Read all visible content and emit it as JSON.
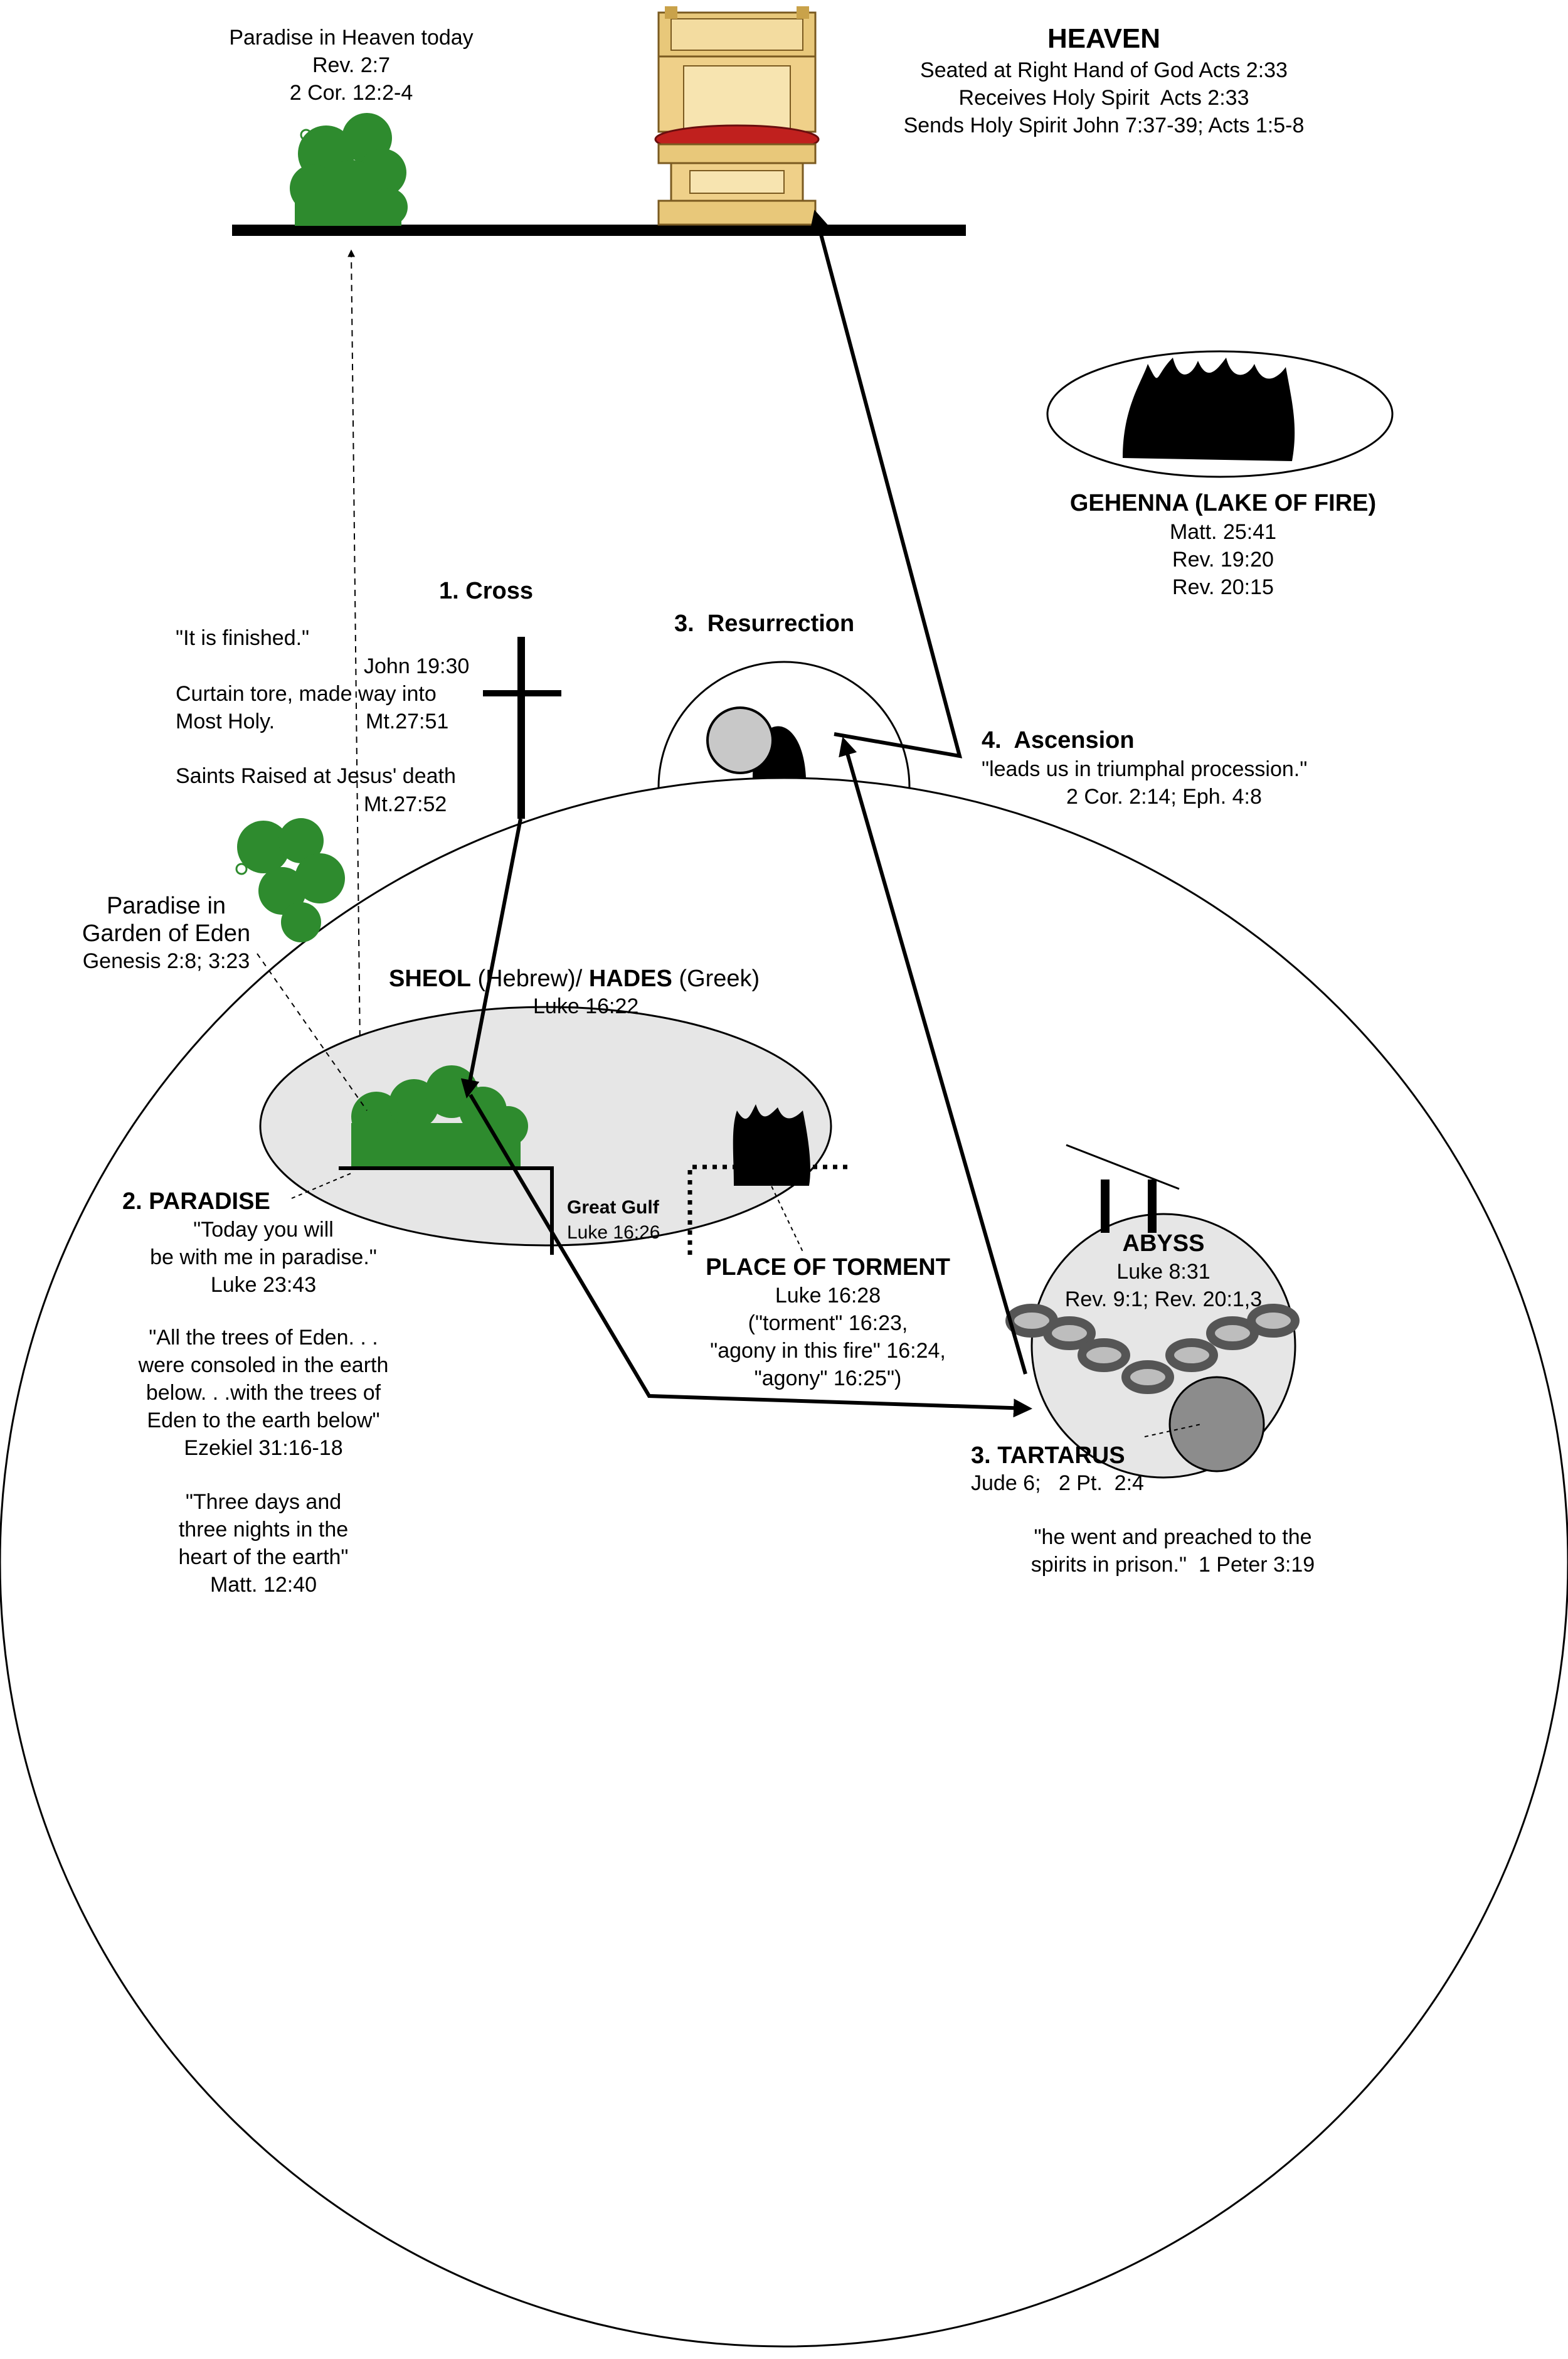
{
  "heaven": {
    "title": "HEAVEN",
    "lines": [
      "Seated at Right Hand of God Acts 2:33",
      "Receives Holy Spirit  Acts 2:33",
      "Sends Holy Spirit John 7:37-39; Acts 1:5-8"
    ]
  },
  "paradise_heaven": {
    "title": "Paradise in Heaven today",
    "lines": [
      "Rev. 2:7",
      "2 Cor. 12:2-4"
    ]
  },
  "gehenna": {
    "title": "GEHENNA (LAKE OF FIRE)",
    "lines": [
      "Matt. 25:41",
      "Rev. 19:20",
      "Rev. 20:15"
    ]
  },
  "cross": {
    "title": "1. Cross"
  },
  "resurrection": {
    "title": "3.  Resurrection"
  },
  "ascension": {
    "title": "4.  Ascension",
    "lines": [
      "\"leads us in triumphal procession.\"",
      "2 Cor. 2:14; Eph. 4:8"
    ]
  },
  "cross_notes": {
    "finished": "\"It is finished.\"",
    "finished_ref": "John 19:30",
    "curtain_1": "Curtain tore, made way into",
    "curtain_2": "Most Holy.",
    "curtain_ref": "Mt.27:51",
    "saints": "Saints Raised at Jesus' death",
    "saints_ref": "Mt.27:52"
  },
  "paradise_eden": {
    "lines": [
      "Paradise in",
      "Garden of Eden",
      "Genesis 2:8; 3:23"
    ]
  },
  "sheol": {
    "sheol": "SHEOL",
    "hebrew": " (Hebrew)/ ",
    "hades": "HADES",
    "greek": " (Greek)",
    "ref": "Luke 16:22"
  },
  "great_gulf": {
    "title": "Great Gulf",
    "ref": "Luke 16:26"
  },
  "paradise_sheol": {
    "title": "2. PARADISE",
    "quote1": [
      "\"Today you will",
      "be with me in paradise.\"",
      "Luke 23:43"
    ],
    "quote2": [
      "\"All the trees of Eden. . .",
      "were consoled in the earth",
      "below. . .with the trees of",
      "Eden to the earth below\"",
      "Ezekiel 31:16-18"
    ],
    "quote3": [
      "\"Three days and",
      "three nights in the",
      "heart of the earth\"",
      "Matt. 12:40"
    ]
  },
  "torment": {
    "title": "PLACE OF TORMENT",
    "lines": [
      "Luke 16:28",
      "(\"torment\" 16:23,",
      "\"agony in this fire\" 16:24,",
      "\"agony\" 16:25\")"
    ]
  },
  "abyss": {
    "title": "ABYSS",
    "lines": [
      "Luke 8:31",
      "Rev. 9:1; Rev. 20:1,3"
    ]
  },
  "tartarus": {
    "title": "3. TARTARUS",
    "ref": "Jude 6;   2 Pt.  2:4",
    "quote": [
      "\"he went and preached to the",
      "spirits in prison.\"  1 Peter 3:19"
    ]
  },
  "colors": {
    "tree_green": "#2e8b2e",
    "ellipse_fill": "#e6e6e6",
    "throne_gold": "#e8c87a",
    "throne_red": "#c0201e",
    "chain_gray": "#9a9a9a",
    "boulder_gray": "#8c8c8c"
  }
}
